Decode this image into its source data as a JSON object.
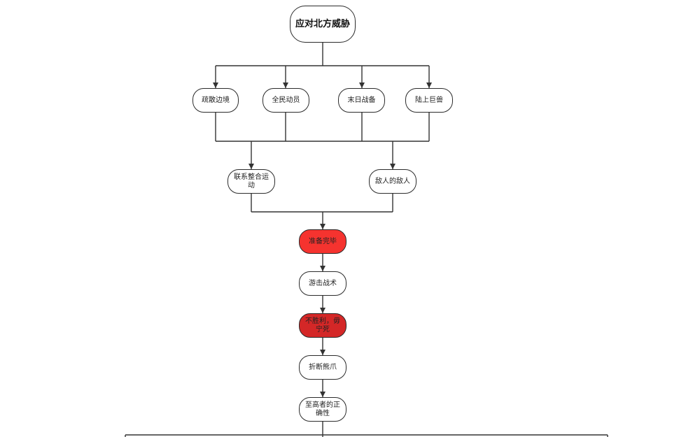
{
  "colors": {
    "line": "#333333",
    "node_border": "#2b2b2b",
    "node_fill": "#ffffff",
    "highlight_red": "#f5332f",
    "highlight_dark_red": "#d42727"
  },
  "diagram": {
    "root": "应对北方威胁",
    "level1": [
      "疏散边境",
      "全民动员",
      "末日战备",
      "陆上巨兽"
    ],
    "level2": [
      "联系整合运动",
      "敌人的敌人"
    ],
    "chain": [
      "准备完毕",
      "游击战术",
      "不胜利，毋宁死",
      "折断熊爪",
      "至高者的正确性"
    ]
  }
}
